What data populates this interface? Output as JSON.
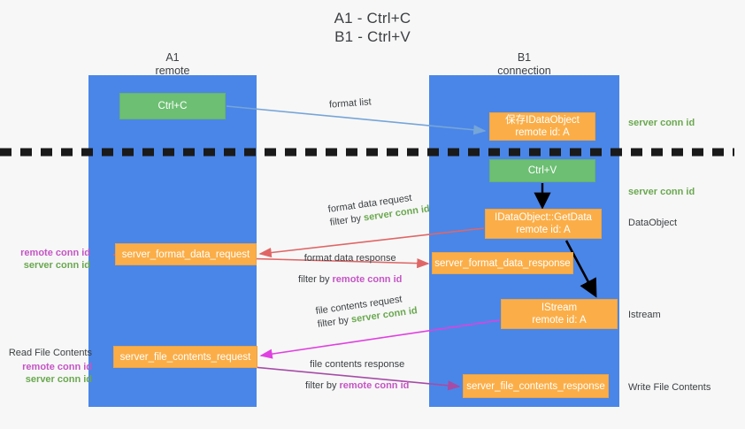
{
  "title": {
    "line1": "A1 - Ctrl+C",
    "line2": "B1 - Ctrl+V"
  },
  "columns": {
    "a1": {
      "name": "A1",
      "sub": "remote"
    },
    "b1": {
      "name": "B1",
      "sub": "connection"
    }
  },
  "nodes": {
    "ctrl_c": {
      "label": "Ctrl+C"
    },
    "save_dataobject": {
      "line1": "保存IDataObject",
      "line2": "remote id: A"
    },
    "ctrl_v": {
      "label": "Ctrl+V"
    },
    "getdata": {
      "line1": "IDataObject::GetData",
      "line2": "remote id: A"
    },
    "format_data_request": {
      "label": "server_format_data_request"
    },
    "format_data_response": {
      "label": "server_format_data_response"
    },
    "istream": {
      "line1": "IStream",
      "line2": "remote id: A"
    },
    "file_contents_request": {
      "label": "server_file_contents_request"
    },
    "file_contents_response": {
      "label": "server_file_contents_response"
    }
  },
  "arrow_labels": {
    "format_list": "format list",
    "format_data_request": {
      "line1": "format data request",
      "filter_prefix": "filter by ",
      "filter_value": "server conn id"
    },
    "format_data_response": {
      "line1": "format data response",
      "filter_prefix": "filter by ",
      "filter_value": "remote conn id"
    },
    "file_contents_request": {
      "line1": "file contents request",
      "filter_prefix": "filter by ",
      "filter_value": "server conn id"
    },
    "file_contents_response": {
      "line1": "file contents response",
      "filter_prefix": "filter by ",
      "filter_value": "remote conn id"
    }
  },
  "side_labels": {
    "right_server_conn_top": "server conn id",
    "right_server_conn_mid": "server conn id",
    "right_dataobject": "DataObject",
    "right_istream": "Istream",
    "right_write_file": "Write File Contents",
    "left_remote_conn_1": "remote conn id",
    "left_server_conn_1": "server conn id",
    "left_read_file": "Read File Contents",
    "left_remote_conn_2": "remote conn id",
    "left_server_conn_2": "server conn id"
  },
  "colors": {
    "lane_blue": "#4a86e8",
    "node_green": "#6dbf73",
    "node_orange": "#fbae48",
    "server_conn_green": "#6aa84f",
    "remote_conn_purple": "#c455c4",
    "arrow_light_blue": "#76a5d8",
    "arrow_red": "#e06666",
    "arrow_magenta": "#e040e0",
    "arrow_purple": "#a64ca6",
    "arrow_black": "#000000",
    "background": "#f7f7f7"
  }
}
